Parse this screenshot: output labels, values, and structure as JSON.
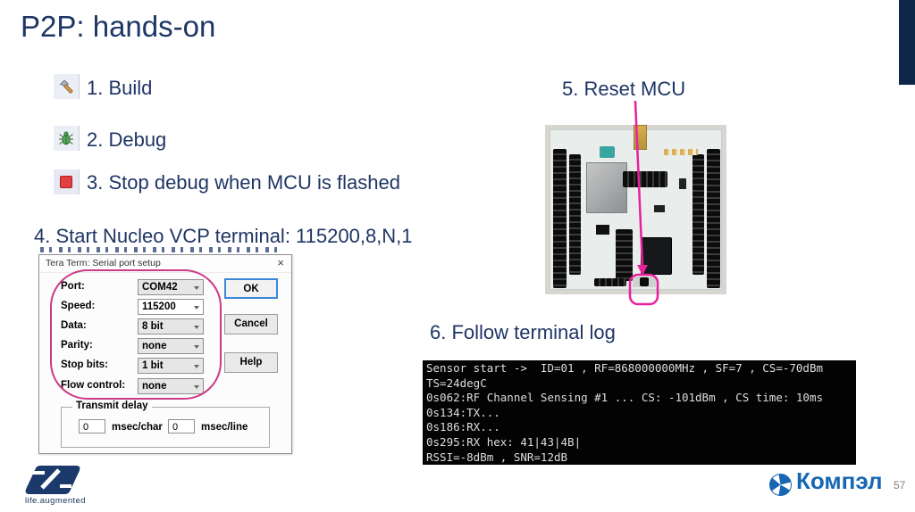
{
  "slide": {
    "title": "P2P: hands-on",
    "page_number": "57"
  },
  "steps": [
    "1. Build",
    "2. Debug",
    "3. Stop debug when MCU is flashed",
    "4. Start Nucleo VCP terminal: 115200,8,N,1",
    "5. Reset MCU",
    "6. Follow terminal log"
  ],
  "icons": {
    "build": "hammer-icon",
    "debug": "bug-icon",
    "stop_debug": "stop-icon"
  },
  "dialog": {
    "title": "Tera Term: Serial port setup",
    "close_glyph": "×",
    "fields": [
      {
        "label": "Port:",
        "value": "COM42"
      },
      {
        "label": "Speed:",
        "value": "115200"
      },
      {
        "label": "Data:",
        "value": "8 bit"
      },
      {
        "label": "Parity:",
        "value": "none"
      },
      {
        "label": "Stop bits:",
        "value": "1 bit"
      },
      {
        "label": "Flow control:",
        "value": "none"
      }
    ],
    "buttons": [
      "OK",
      "Cancel",
      "Help"
    ],
    "transmit": {
      "title": "Transmit delay",
      "char_value": "0",
      "char_unit": "msec/char",
      "line_value": "0",
      "line_unit": "msec/line"
    }
  },
  "terminal": {
    "lines": [
      "Sensor start ->  ID=01 , RF=868000000MHz , SF=7 , CS=-70dBm",
      "TS=24degC",
      "0s062:RF Channel Sensing #1 ... CS: -101dBm , CS time: 10ms",
      "0s134:TX...",
      "0s186:RX...",
      "0s295:RX hex: 41|43|4B|",
      "RSSI=-8dBm , SNR=12dB"
    ]
  },
  "footer": {
    "st_tagline": "life.augmented",
    "kompel_name": "Компэл"
  },
  "colors": {
    "accent_navy": "#1e3565",
    "annotation_magenta": "#e8219c",
    "kompel_blue": "#1767b2",
    "terminal_bg": "#030303"
  }
}
